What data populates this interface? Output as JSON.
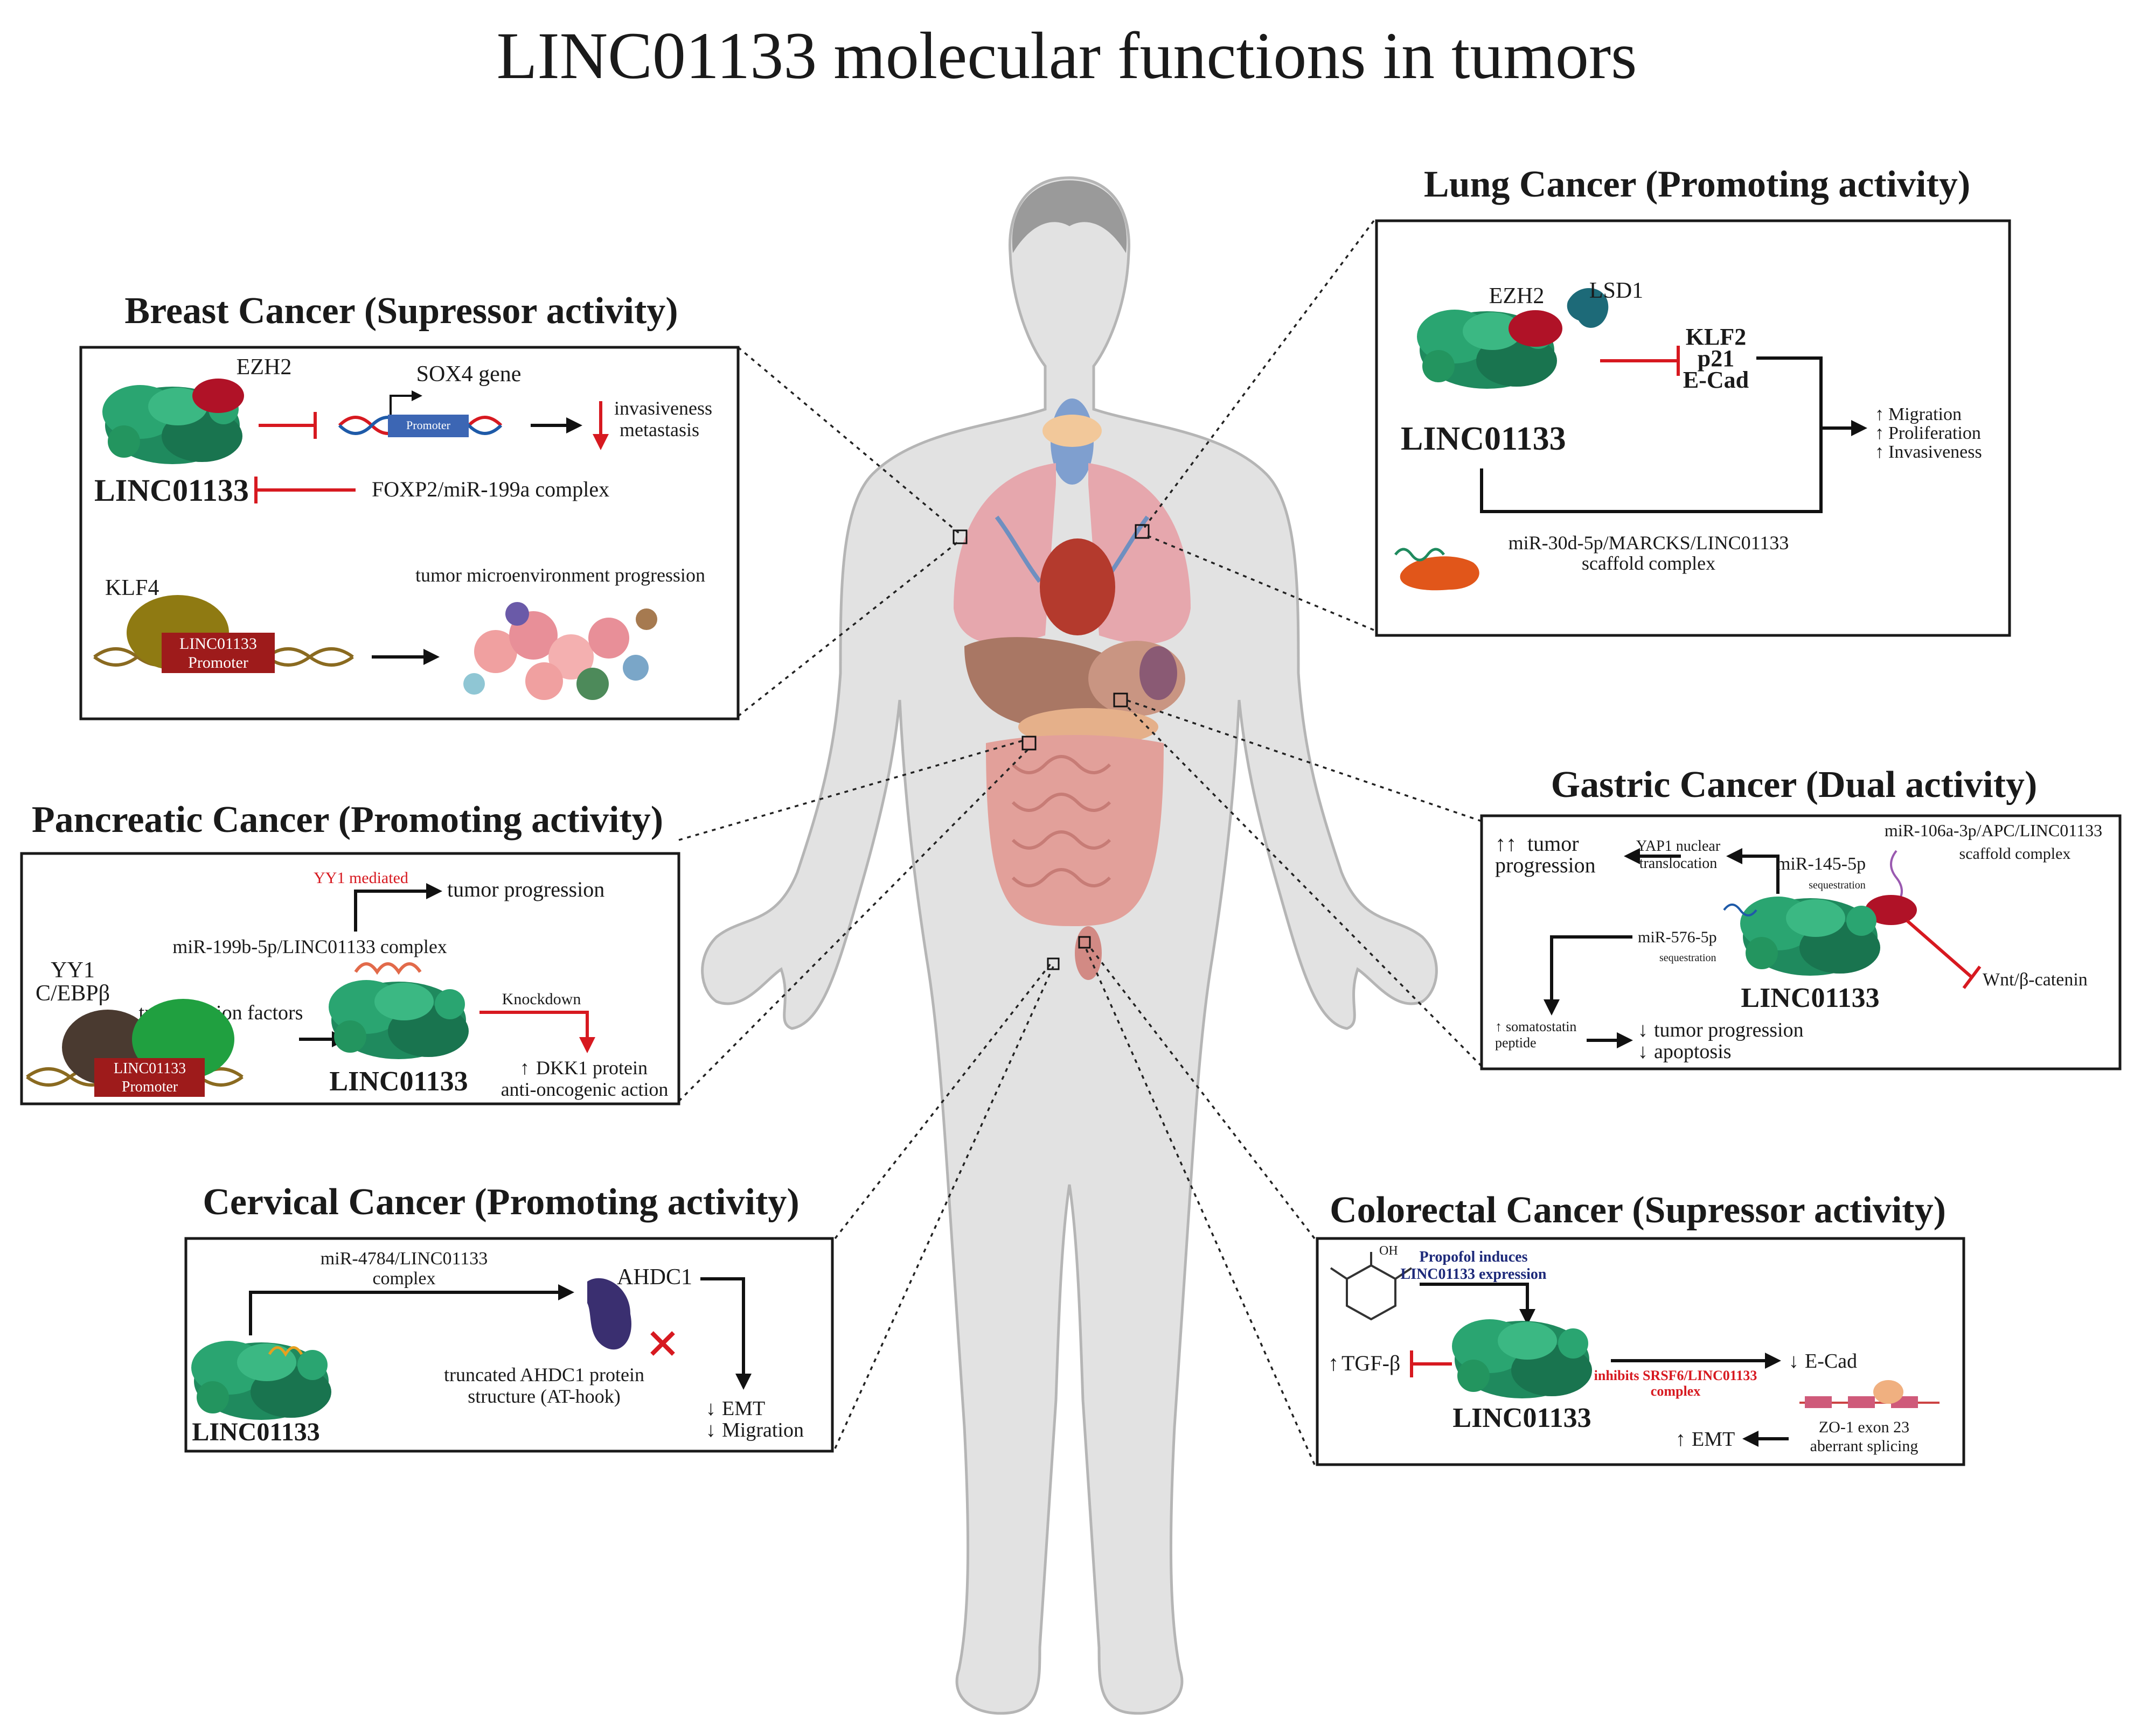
{
  "title": "LINC01133 molecular functions in tumors",
  "colors": {
    "rna": "#1f8a5e",
    "ezh2": "#b01227",
    "lsd1": "#1d6a78",
    "inhibit": "#d71920",
    "body": "#d9d9d9",
    "klf4": "#8f7a12",
    "promoter": "#9e1b1b",
    "navy": "#1e2a7a"
  },
  "breast": {
    "title": "Breast Cancer (Supressor activity)",
    "ezh2": "EZH2",
    "sox4": "SOX4 gene",
    "promoter_small": "Promoter",
    "inv1": "invasiveness",
    "inv2": "metastasis",
    "linc": "LINC01133",
    "foxp2": "FOXP2/miR-199a complex",
    "klf4": "KLF4",
    "prom1": "LINC01133",
    "prom2": "Promoter",
    "tme": "tumor microenvironment progression"
  },
  "lung": {
    "title": "Lung Cancer (Promoting activity)",
    "ezh2": "EZH2",
    "lsd1": "LSD1",
    "klf2": "KLF2",
    "p21": "p21",
    "ecad": "E-Cad",
    "linc": "LINC01133",
    "mig": "Migration",
    "prol": "Proliferation",
    "inv": "Invasiveness",
    "mir1": "miR-30d-5p/MARCKS/LINC01133",
    "mir2": "scaffold complex"
  },
  "pancreatic": {
    "title": "Pancreatic Cancer (Promoting activity)",
    "yy1med": "YY1 mediated",
    "tumorprog": "tumor progression",
    "mircomplex": "miR-199b-5p/LINC01133 complex",
    "yy1": "YY1",
    "cebp": "C/EBPβ",
    "tf": "transcription factors",
    "knockdown": "Knockdown",
    "dkk1": "DKK1 protein",
    "anti": "anti-oncogenic action",
    "linc": "LINC01133",
    "prom1": "LINC01133",
    "prom2": "Promoter"
  },
  "gastric": {
    "title": "Gastric Cancer (Dual activity)",
    "tumor1": "tumor",
    "tumor2": "progression",
    "yap1": "YAP1 nuclear",
    "yap2": "translocation",
    "mir106a": "miR-106a-3p/APC/LINC01133",
    "scaffold": "scaffold complex",
    "mir145": "miR-145-5p",
    "seq1": "sequestration",
    "mir576": "miR-576-5p",
    "seq2": "sequestration",
    "wnt": "Wnt/β-catenin",
    "linc": "LINC01133",
    "soma1": "somatostatin",
    "soma2": "peptide",
    "tp": "tumor progression",
    "apop": "apoptosis"
  },
  "cervical": {
    "title": "Cervical Cancer (Promoting activity)",
    "mir1": "miR-4784/LINC01133",
    "mir2": "complex",
    "ahdc1": "AHDC1",
    "trunc1": "truncated AHDC1 protein",
    "trunc2": "structure (AT-hook)",
    "emt": "EMT",
    "mig": "Migration",
    "linc": "LINC01133"
  },
  "colorectal": {
    "title": "Colorectal Cancer (Supressor activity)",
    "oh": "OH",
    "prop1": "Propofol induces",
    "prop2": "LINC01133 expression",
    "tgfb": "TGF-β",
    "inh1": "inhibits SRSF6/LINC01133",
    "inh2": "complex",
    "ecad": "E-Cad",
    "linc": "LINC01133",
    "emt": "EMT",
    "zo1a": "ZO-1 exon 23",
    "zo1b": "aberrant splicing"
  }
}
